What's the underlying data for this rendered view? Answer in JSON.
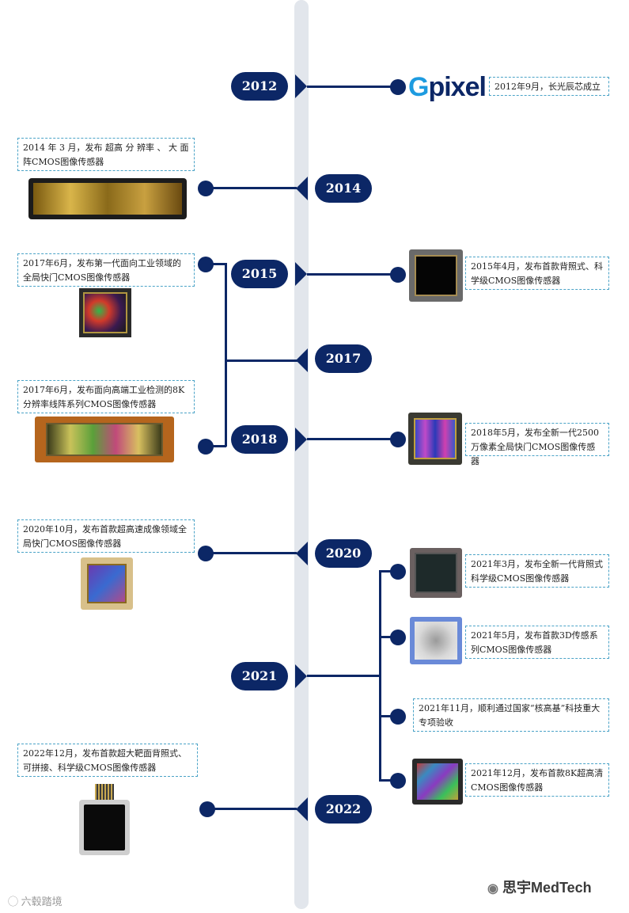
{
  "years": {
    "y2012": "2012",
    "y2014": "2014",
    "y2015": "2015",
    "y2017": "2017",
    "y2018": "2018",
    "y2020": "2020",
    "y2021": "2021",
    "y2022": "2022"
  },
  "logo": {
    "g": "G",
    "rest": "pixel"
  },
  "events": {
    "e2012": "2012年9月，长光辰芯成立",
    "e2014": "2014 年 3 月，发布 超高 分 辨率 、 大 面阵CMOS图像传感器",
    "e2015": "2015年4月，发布首款背照式、科学级CMOS图像传感器",
    "e2017a": "2017年6月，发布第一代面向工业领域的全局快门CMOS图像传感器",
    "e2017b": "2017年6月，发布面向高端工业检测的8K分辨率线阵系列CMOS图像传感器",
    "e2018": "2018年5月，发布全新一代2500万像素全局快门CMOS图像传感器",
    "e2020": "2020年10月，发布首款超高速成像领域全局快门CMOS图像传感器",
    "e2021a": "2021年3月，发布全新一代背照式科学级CMOS图像传感器",
    "e2021b": "2021年5月，发布首款3D传感系列CMOS图像传感器",
    "e2021c": "2021年11月，顺利通过国家“核高基”科技重大专项验收",
    "e2021d": "2021年12月，发布首款8K超高清CMOS图像传感器",
    "e2022": "2022年12月，发布首款超大靶面背照式、可拼接、科学级CMOS图像传感器"
  },
  "watermarks": {
    "right": "思宇MedTech",
    "left": "六毂踏境"
  },
  "colors": {
    "navy": "#0c2766",
    "dash": "#4ba3c7",
    "axis": "#e2e6ec",
    "brand_blue": "#1d9be0"
  }
}
